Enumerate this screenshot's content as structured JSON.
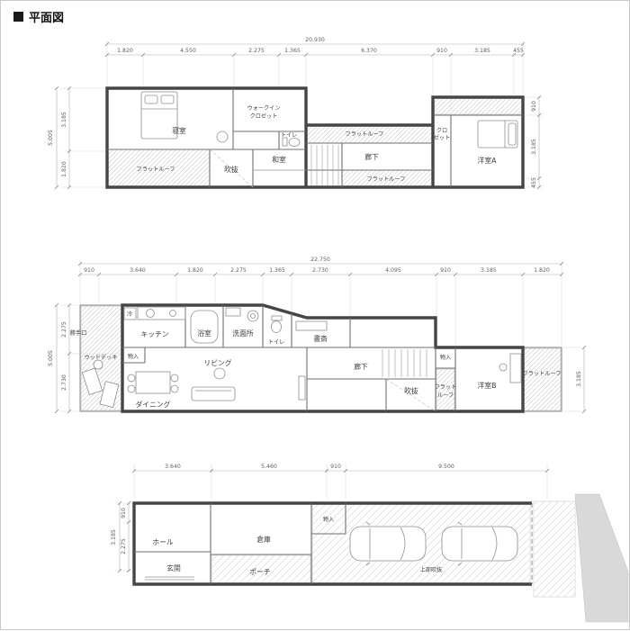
{
  "page": {
    "title": "平面図"
  },
  "plan_2f": {
    "dim_total": "20.930",
    "dims_top": [
      "1.820",
      "4.550",
      "2.275",
      "1.365",
      "6.370",
      "910",
      "3.185",
      "455"
    ],
    "dim_left_total": "5.005",
    "dims_left": [
      "3.185",
      "1.820"
    ],
    "dims_right": [
      "910",
      "3.185",
      "455"
    ],
    "rooms": {
      "bedroom": "寝室",
      "wic1": "ウォークイン",
      "wic2": "クロゼット",
      "toilet": "トイレ",
      "flat_roof_top": "フラットルーフ",
      "hallway": "廊下",
      "flat_roof_bottom": "フラットルーフ",
      "flat_roof_left": "フラットルーフ",
      "void": "吹抜",
      "washitsu": "和室",
      "closet1": "クロ",
      "closet2": "ゼット",
      "western_a": "洋室A"
    }
  },
  "plan_1f": {
    "dim_total": "22.750",
    "dims_top": [
      "910",
      "3.640",
      "1.820",
      "2.275",
      "1.365",
      "2.730",
      "4.095",
      "910",
      "3.185",
      "1.820"
    ],
    "dim_left_total": "5.005",
    "dims_left": [
      "2.275",
      "2.730"
    ],
    "dims_right": [
      "3.185"
    ],
    "rooms": {
      "backdoor": "勝手口",
      "wood_deck": "ウッドデッキ",
      "fridge": "冷",
      "kitchen": "キッチン",
      "storage_left": "物入",
      "dining": "ダイニング",
      "bath": "浴室",
      "washroom": "洗面所",
      "toilet": "トイレ",
      "study": "書斎",
      "living": "リビング",
      "hallway": "廊下",
      "void": "吹抜",
      "storage_right": "物入",
      "flat_roof_small1": "フラット",
      "flat_roof_small2": "ルーフ",
      "western_b": "洋室B",
      "flat_roof_right": "フラットルーフ"
    }
  },
  "plan_gf": {
    "dims_top": [
      "3.640",
      "5.460",
      "910",
      "9.500"
    ],
    "dim_left_total": "3.185",
    "dims_left": [
      "910",
      "2.275"
    ],
    "rooms": {
      "storage_top": "物入",
      "hall": "ホール",
      "entrance": "玄関",
      "storage": "倉庫",
      "porch": "ポーチ",
      "upper_void": "上部吹抜"
    }
  }
}
